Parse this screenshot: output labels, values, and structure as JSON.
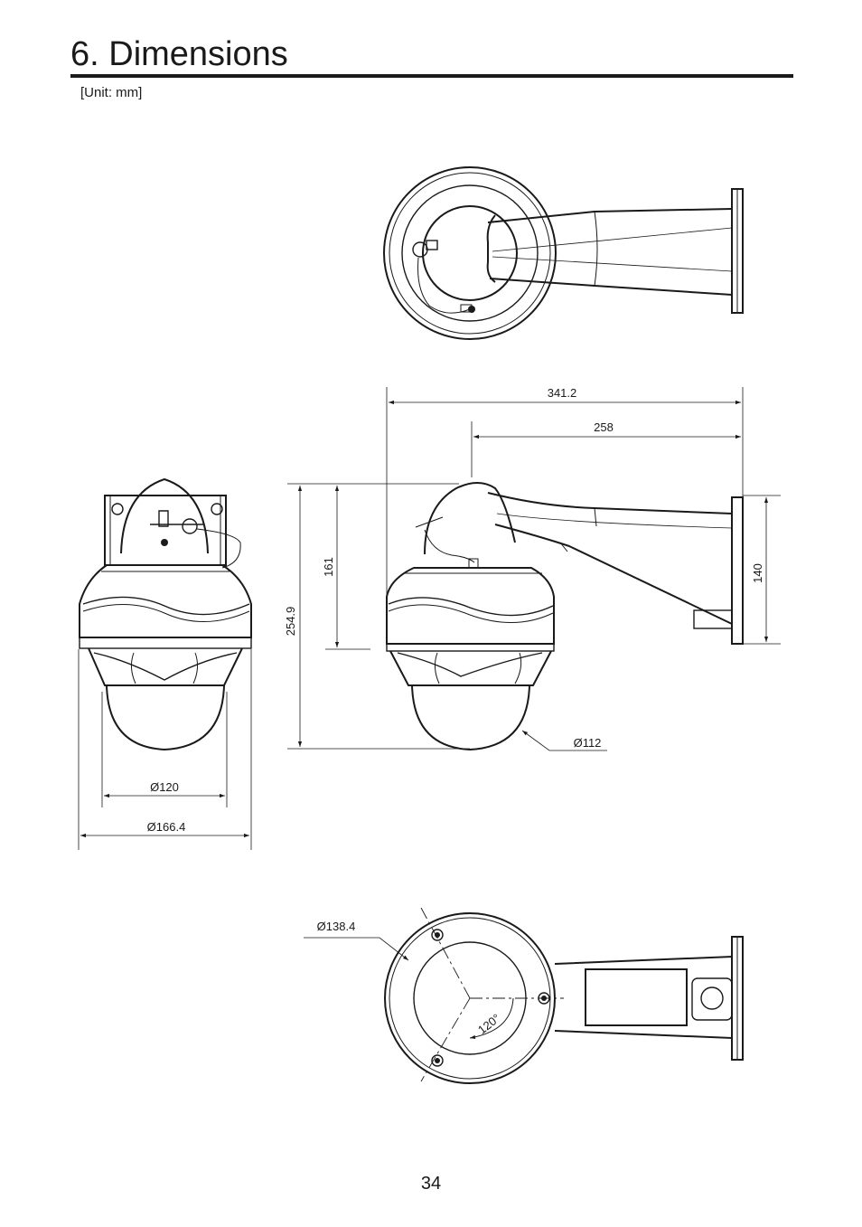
{
  "page": {
    "title": "6. Dimensions",
    "unit_note": "[Unit: mm]",
    "page_number": "34"
  },
  "dimensions": {
    "total_length": "341.2",
    "arm_length": "258",
    "total_height": "254.9",
    "mount_height": "161",
    "bracket_height": "140",
    "dome_diameter": "Ø112",
    "housing_inner_diameter": "Ø120",
    "housing_outer_diameter": "Ø166.4",
    "bolt_circle_diameter": "Ø138.4",
    "bolt_angle": "120°"
  }
}
